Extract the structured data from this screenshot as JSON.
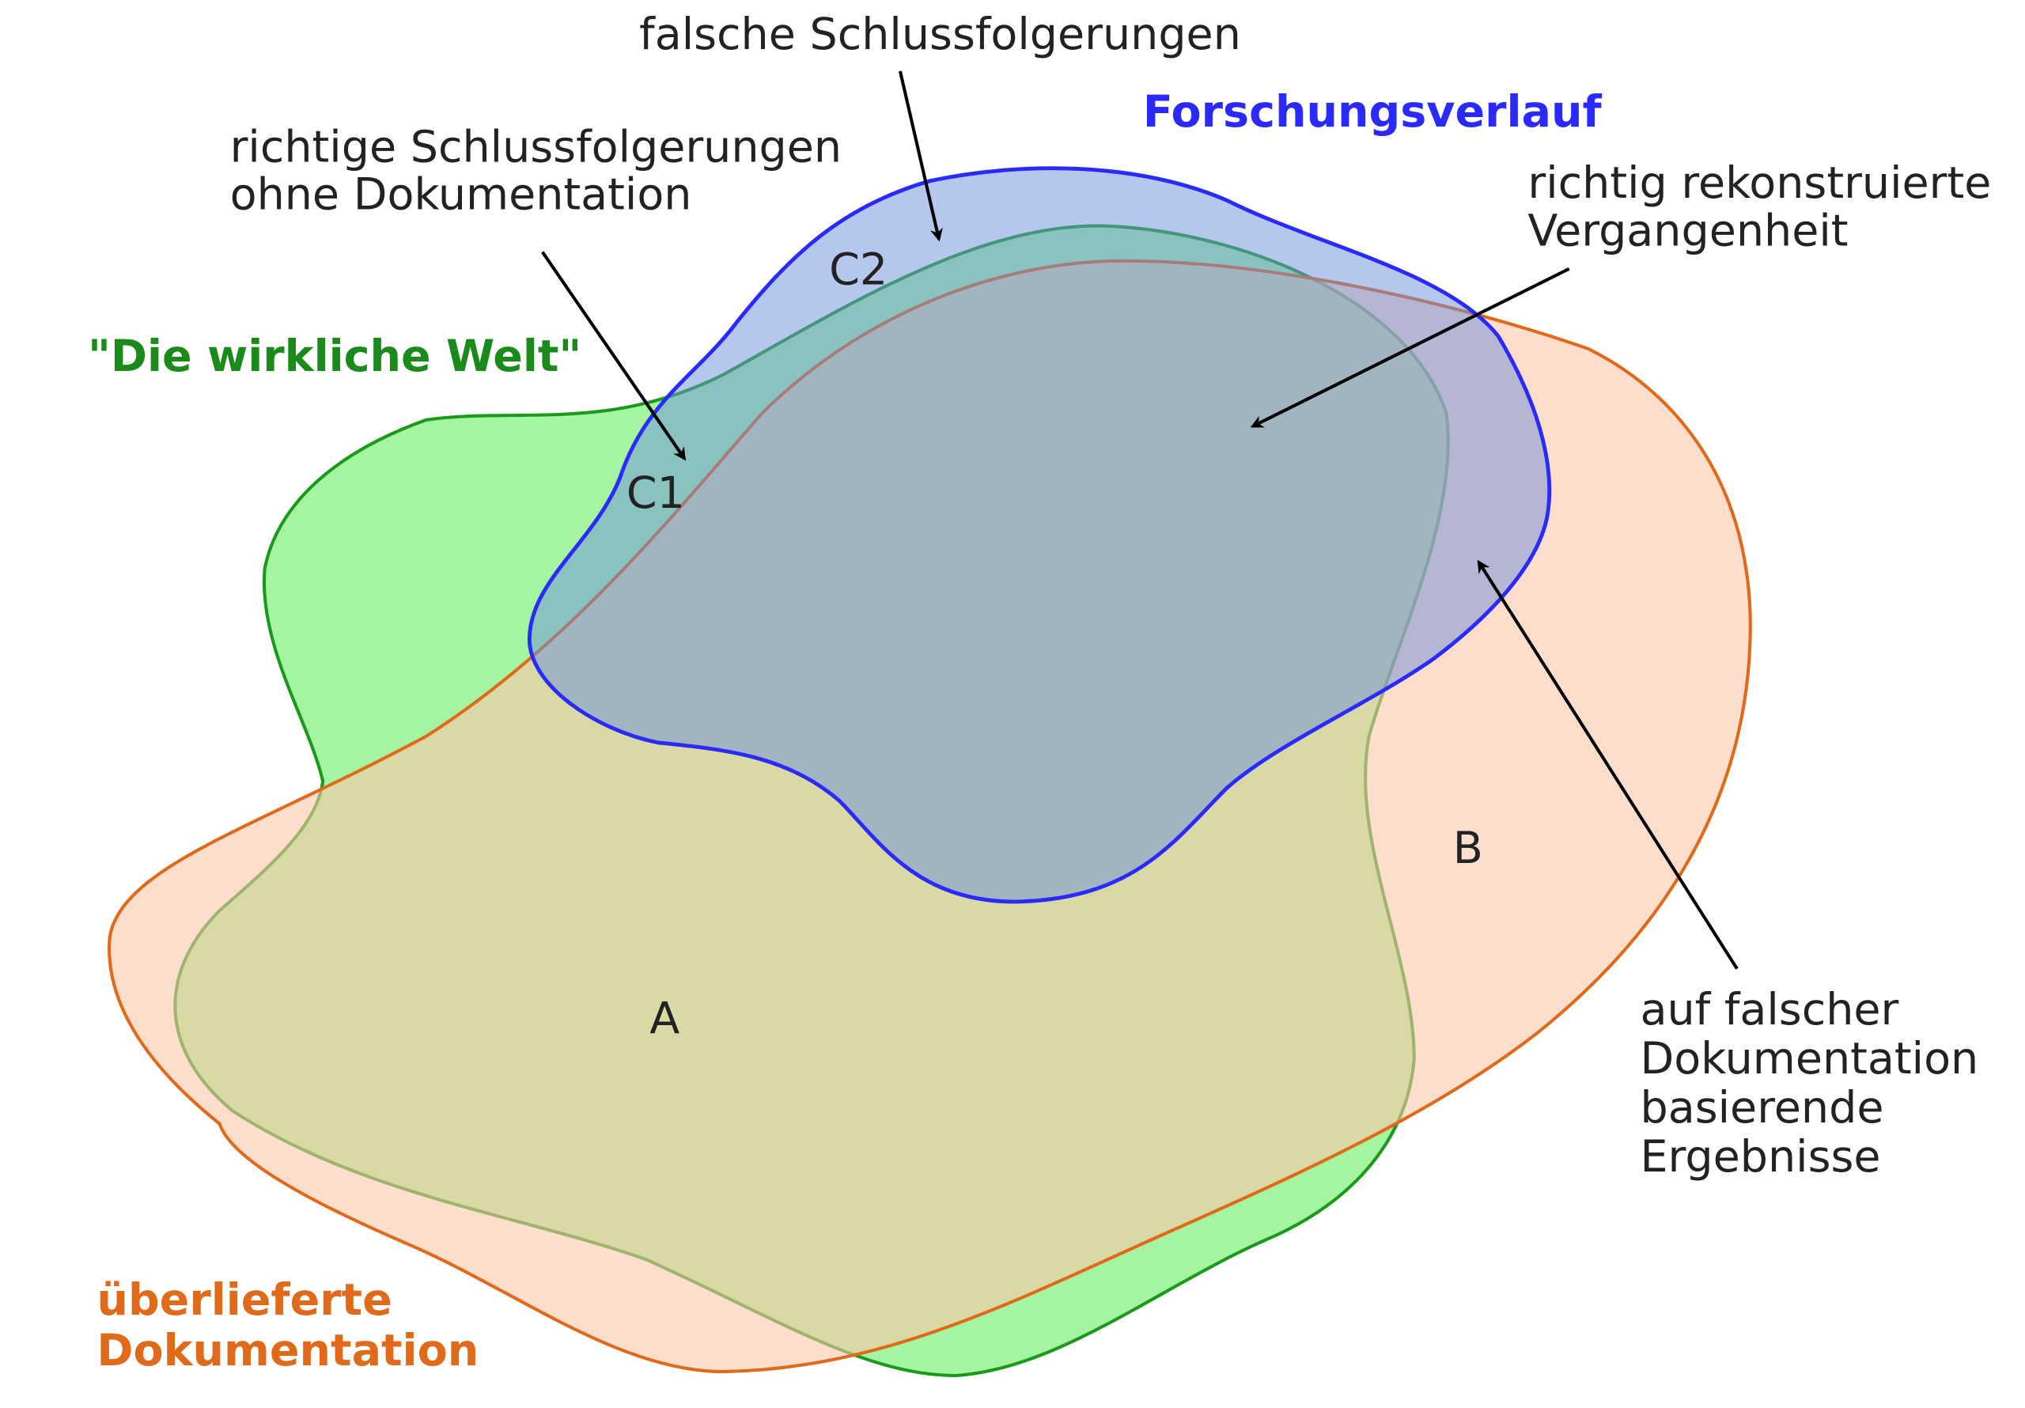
{
  "labels": {
    "wrong_conclusions": "falsche Schlussfolgerungen",
    "research_course": "Forschungsverlauf",
    "right_conclusions_1": "richtige Schlussfolgerungen",
    "right_conclusions_2": "ohne Dokumentation",
    "reconstructed_1": "richtig rekonstruierte",
    "reconstructed_2": "Vergangenheit",
    "real_world": "\"Die wirkliche Welt\"",
    "false_doc_1": "auf falscher",
    "false_doc_2": "Dokumentation",
    "false_doc_3": "basierende",
    "false_doc_4": "Ergebnisse",
    "documentation_1": "überlieferte",
    "documentation_2": "Dokumentation",
    "region_a": "A",
    "region_b": "B",
    "region_c1": "C1",
    "region_c2": "C2"
  },
  "colors": {
    "real_world": "#1a9a1a",
    "documentation": "#e06a1a",
    "research": "#2a2aff"
  }
}
